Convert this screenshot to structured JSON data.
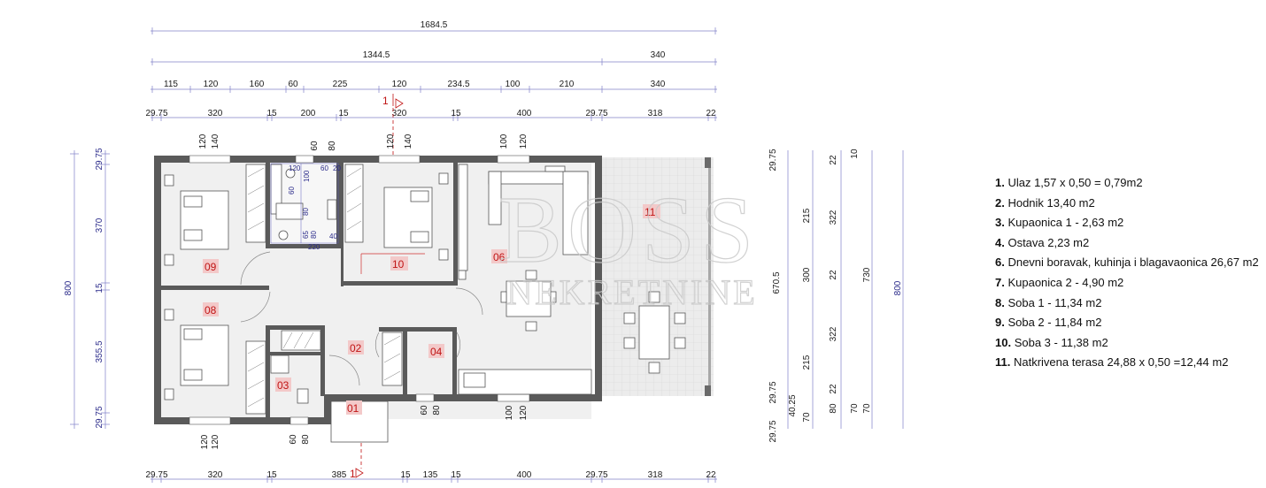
{
  "dims_top": {
    "row1": [
      "1684.5"
    ],
    "row2": [
      "1344.5",
      "340"
    ],
    "row3": [
      "115",
      "120",
      "160",
      "60",
      "225",
      "120",
      "234.5",
      "100",
      "210",
      "340"
    ],
    "row4": [
      "29.75",
      "320",
      "15",
      "200",
      "15",
      "320",
      "15",
      "400",
      "29.75",
      "318",
      "22"
    ]
  },
  "dims_bottom": [
    "29.75",
    "320",
    "15",
    "385",
    "15",
    "135",
    "15",
    "400",
    "29.75",
    "318",
    "22"
  ],
  "dims_left": {
    "outer": "800",
    "inner": [
      "29.75",
      "370",
      "15",
      "355.5",
      "29.75"
    ]
  },
  "dims_right": {
    "mid": "670.5",
    "a": [
      "29.75",
      "215",
      "300",
      "215",
      "29.75",
      "40.25",
      "70",
      "29.75"
    ],
    "b": [
      "22",
      "10",
      "322",
      "22",
      "322",
      "22",
      "80",
      "70"
    ],
    "c": [
      "730",
      "70"
    ],
    "outer": "800"
  },
  "openings": {
    "top_window_1": [
      "120",
      "140"
    ],
    "top_door_bath": [
      "60",
      "80"
    ],
    "top_window_2": [
      "120",
      "140"
    ],
    "top_window_3": [
      "100",
      "120"
    ],
    "bottom_window_1": [
      "120",
      "120"
    ],
    "bottom_door": [
      "60",
      "80"
    ],
    "bottom_door_2": [
      "60",
      "80"
    ],
    "bottom_window_2": [
      "100",
      "120"
    ]
  },
  "bath_dims": [
    "120",
    "60",
    "20",
    "100",
    "60",
    "80",
    "65",
    "80",
    "40",
    "220"
  ],
  "section_marks": [
    "1",
    "1"
  ],
  "rooms": [
    "01",
    "02",
    "03",
    "04",
    "06",
    "08",
    "09",
    "10",
    "11"
  ],
  "watermark": {
    "line1": "BOSS",
    "line2": "NEKRETNINE"
  },
  "legend": [
    {
      "num": "1.",
      "text": " Ulaz  1,57 x 0,50 = 0,79m2"
    },
    {
      "num": "2.",
      "text": " Hodnik  13,40 m2"
    },
    {
      "num": "3.",
      "text": " Kupaonica 1  - 2,63 m2"
    },
    {
      "num": "4.",
      "text": " Ostava 2,23 m2"
    },
    {
      "num": "6.",
      "text": " Dnevni boravak, kuhinja i blagavaonica 26,67 m2"
    },
    {
      "num": "7.",
      "text": " Kupaonica 2 -  4,90 m2"
    },
    {
      "num": "8.",
      "text": " Soba 1 -  11,34 m2"
    },
    {
      "num": "9.",
      "text": " Soba 2 -  11,84 m2"
    },
    {
      "num": "10.",
      "text": " Soba 3 - 11,38 m2"
    },
    {
      "num": "11.",
      "text": " Natkrivena terasa 24,88 x 0,50 =12,44 m2"
    }
  ],
  "colors": {
    "wall": "#5a5a5a",
    "room_label": "#c01515",
    "room_label_bg": "#f3c9c9",
    "dim_line": "#6060c0"
  }
}
